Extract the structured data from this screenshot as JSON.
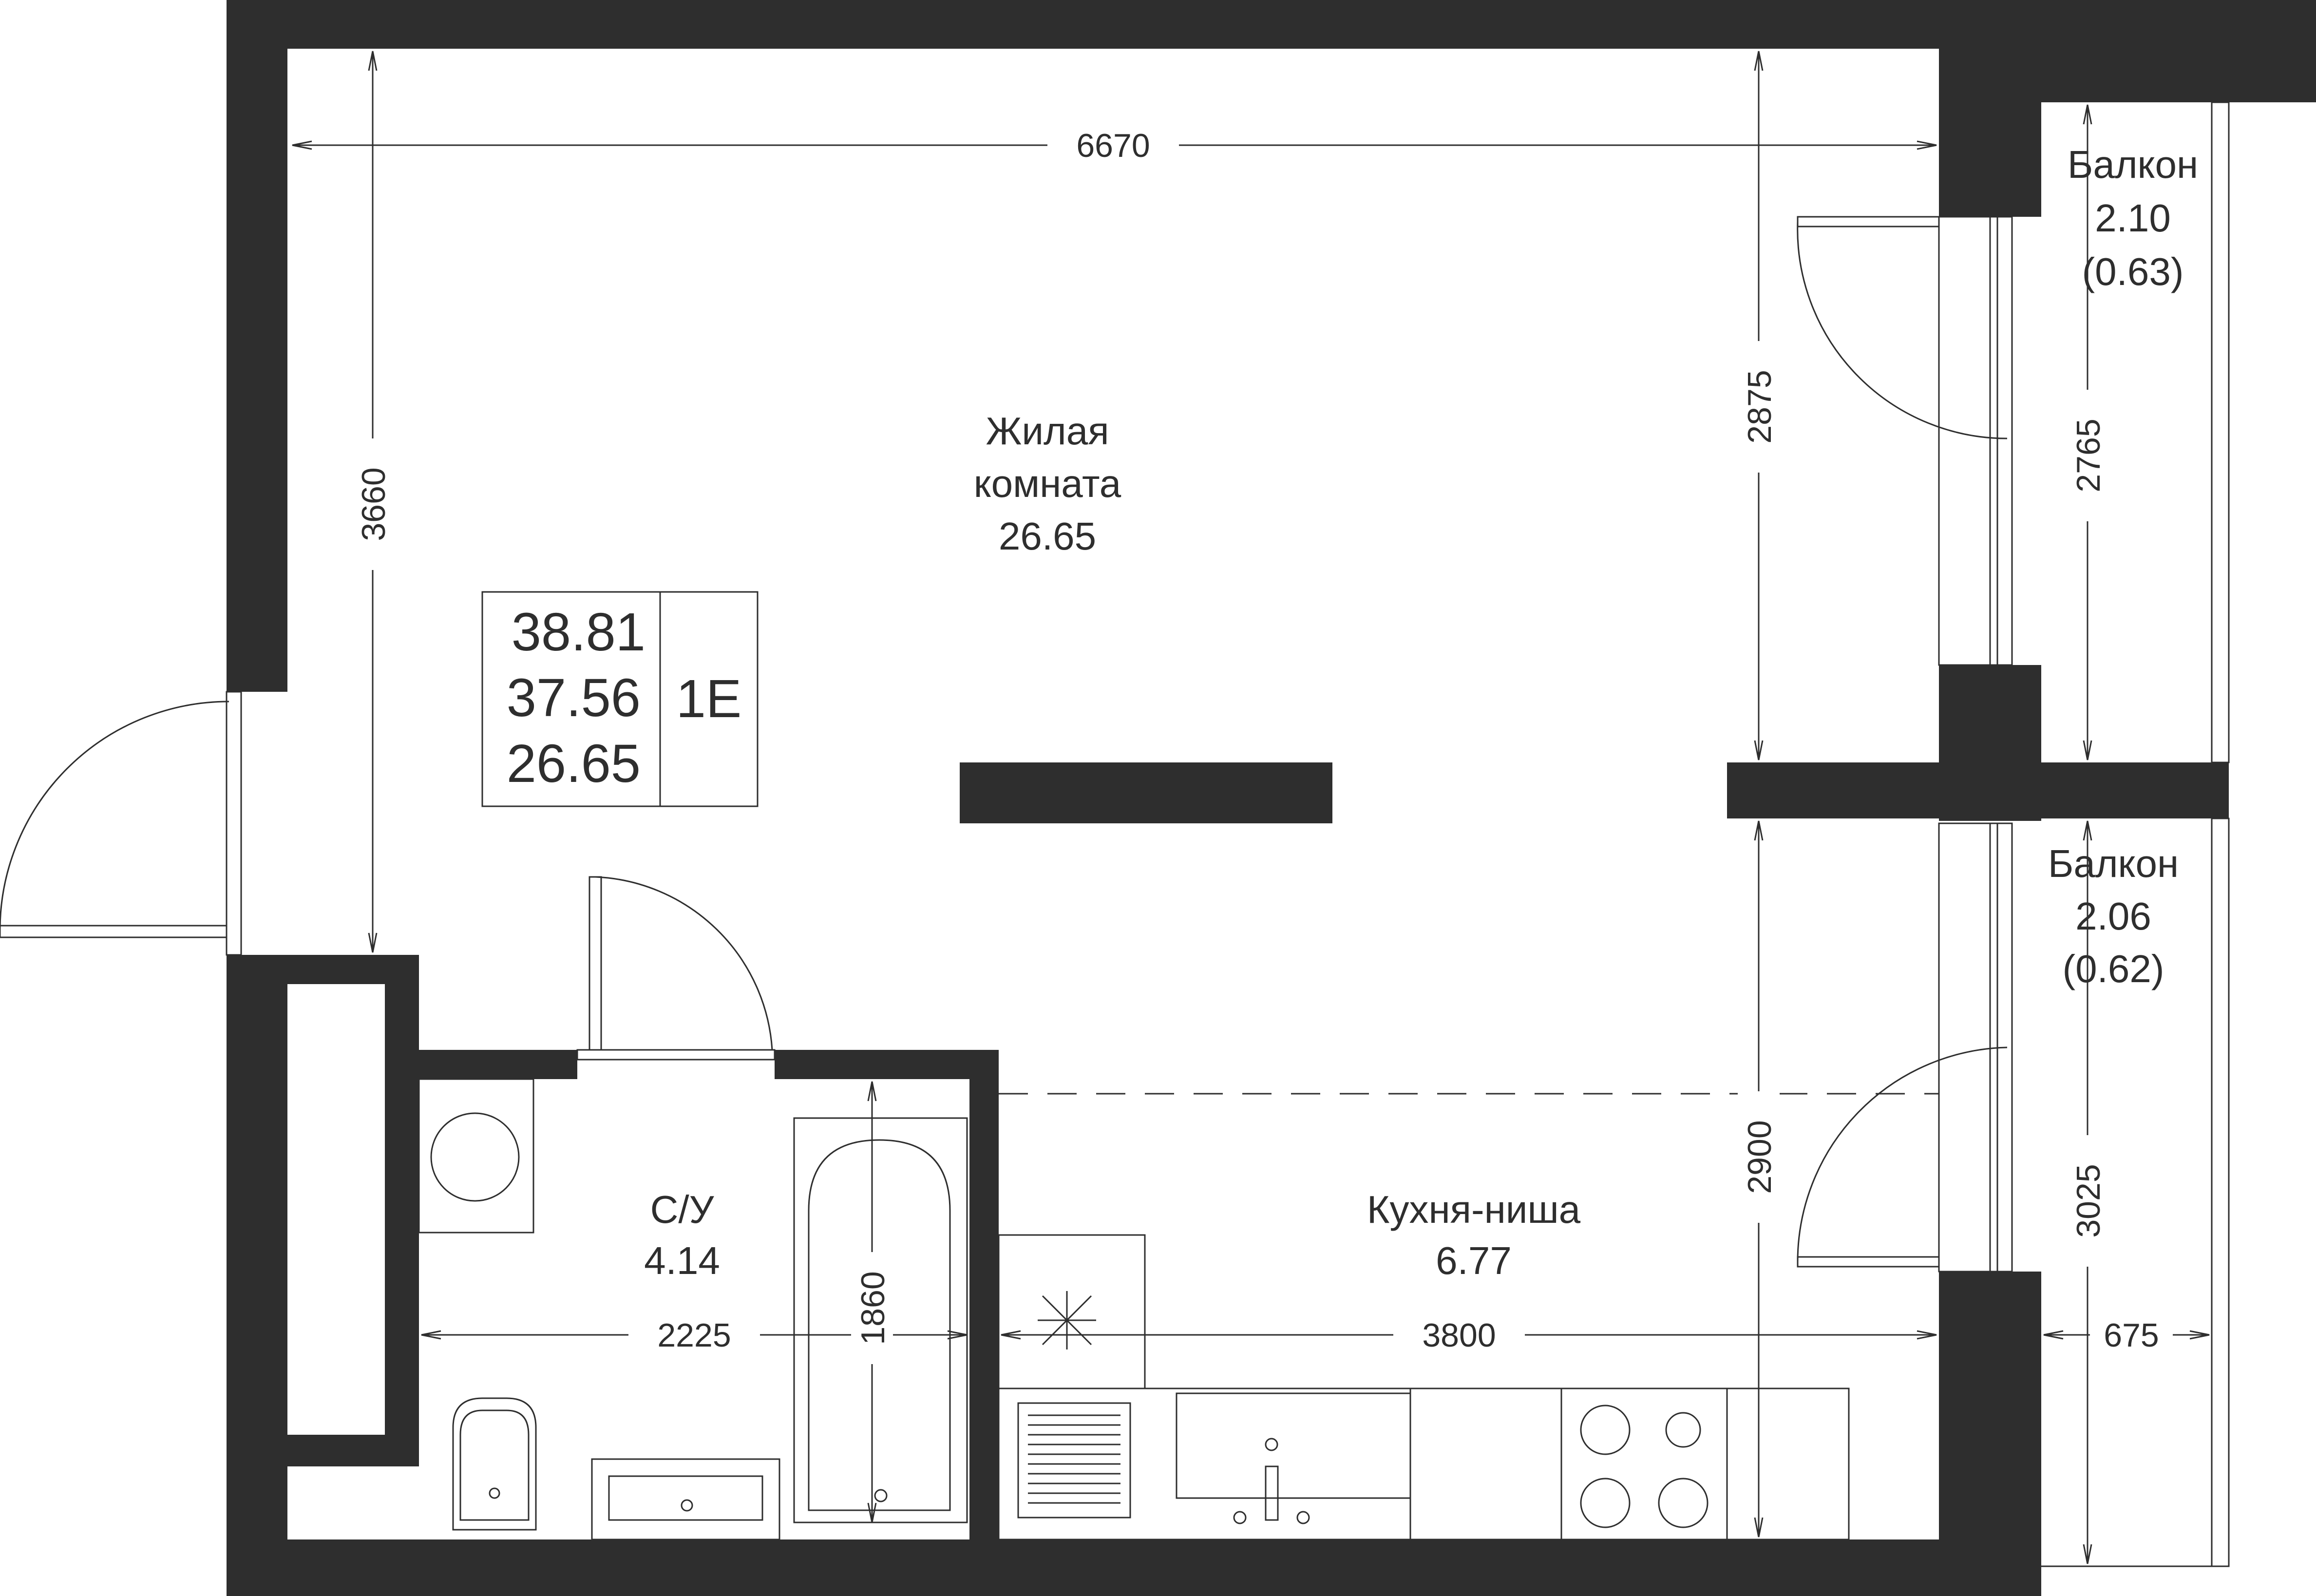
{
  "colors": {
    "wall": "#2e2e2e",
    "background": "#ffffff"
  },
  "rooms": {
    "living": {
      "name_line1": "Жилая",
      "name_line2": "комната",
      "area": "26.65"
    },
    "bathroom": {
      "name": "С/У",
      "area": "4.14"
    },
    "kitchen": {
      "name": "Кухня-ниша",
      "area": "6.77"
    },
    "balcony_top": {
      "name": "Балкон",
      "area": "2.10",
      "reduced_area": "(0.63)"
    },
    "balcony_bottom": {
      "name": "Балкон",
      "area": "2.06",
      "reduced_area": "(0.62)"
    }
  },
  "summary": {
    "total_area": "38.81",
    "total_area_no_balcony": "37.56",
    "living_area": "26.65",
    "unit_code": "1E"
  },
  "dimensions": {
    "width_living": "6670",
    "height_left": "3660",
    "height_right_top": "2875",
    "height_right_bottom": "2900",
    "balcony_top_length": "2765",
    "balcony_bottom_length": "3025",
    "balcony_depth": "675",
    "bath_width": "2225",
    "kitchen_width": "3800",
    "bathtub_length": "1860"
  },
  "icons": [
    "entrance-door-icon",
    "bathroom-door-icon",
    "balcony-door-icon",
    "washing-machine-icon",
    "bathtub-icon",
    "toilet-icon",
    "washbasin-icon",
    "kitchen-sink-icon",
    "cooktop-icon",
    "dishwasher-icon",
    "gas-riser-icon"
  ]
}
